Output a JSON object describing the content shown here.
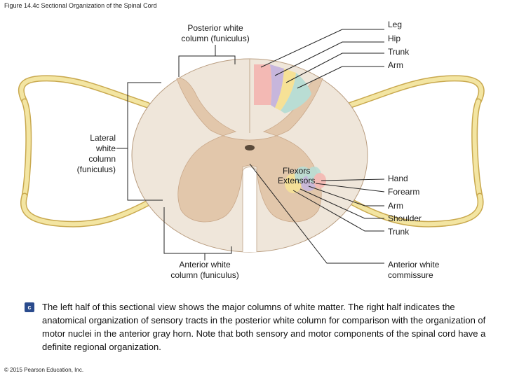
{
  "figure_title": "Figure 14.4c Sectional Organization of the Spinal Cord",
  "labels": {
    "posterior_white_column": [
      "Posterior white",
      "column (funiculus)"
    ],
    "lateral_white_column": [
      "Lateral",
      "white",
      "column",
      "(funiculus)"
    ],
    "anterior_white_column": [
      "Anterior white",
      "column (funiculus)"
    ],
    "anterior_white_commissure": [
      "Anterior white",
      "commissure"
    ],
    "flexors": "Flexors",
    "extensors": "Extensors",
    "sensory_tracts": [
      "Leg",
      "Hip",
      "Trunk",
      "Arm"
    ],
    "motor_nuclei": [
      "Hand",
      "Forearm",
      "Arm",
      "Shoulder",
      "Trunk"
    ]
  },
  "caption_tag": "c",
  "caption": "The left half of this sectional view shows the major columns of white matter. The right half indicates the anatomical organization of sensory tracts in the posterior white column for comparison with the organization of motor nuclei in the anterior gray horn. Note that both sensory and motor components of the spinal cord have a definite regional organization.",
  "copyright": "© 2015 Pearson Education, Inc.",
  "colors": {
    "white_matter": "#efe6da",
    "gray_matter": "#e2c7ab",
    "nerve": "#f3e5a2",
    "leg": "#f3b9b4",
    "hip": "#c7b6dc",
    "trunk": "#f6e196",
    "arm": "#b9ddd4",
    "caption_tag": "#2a4b8d"
  }
}
